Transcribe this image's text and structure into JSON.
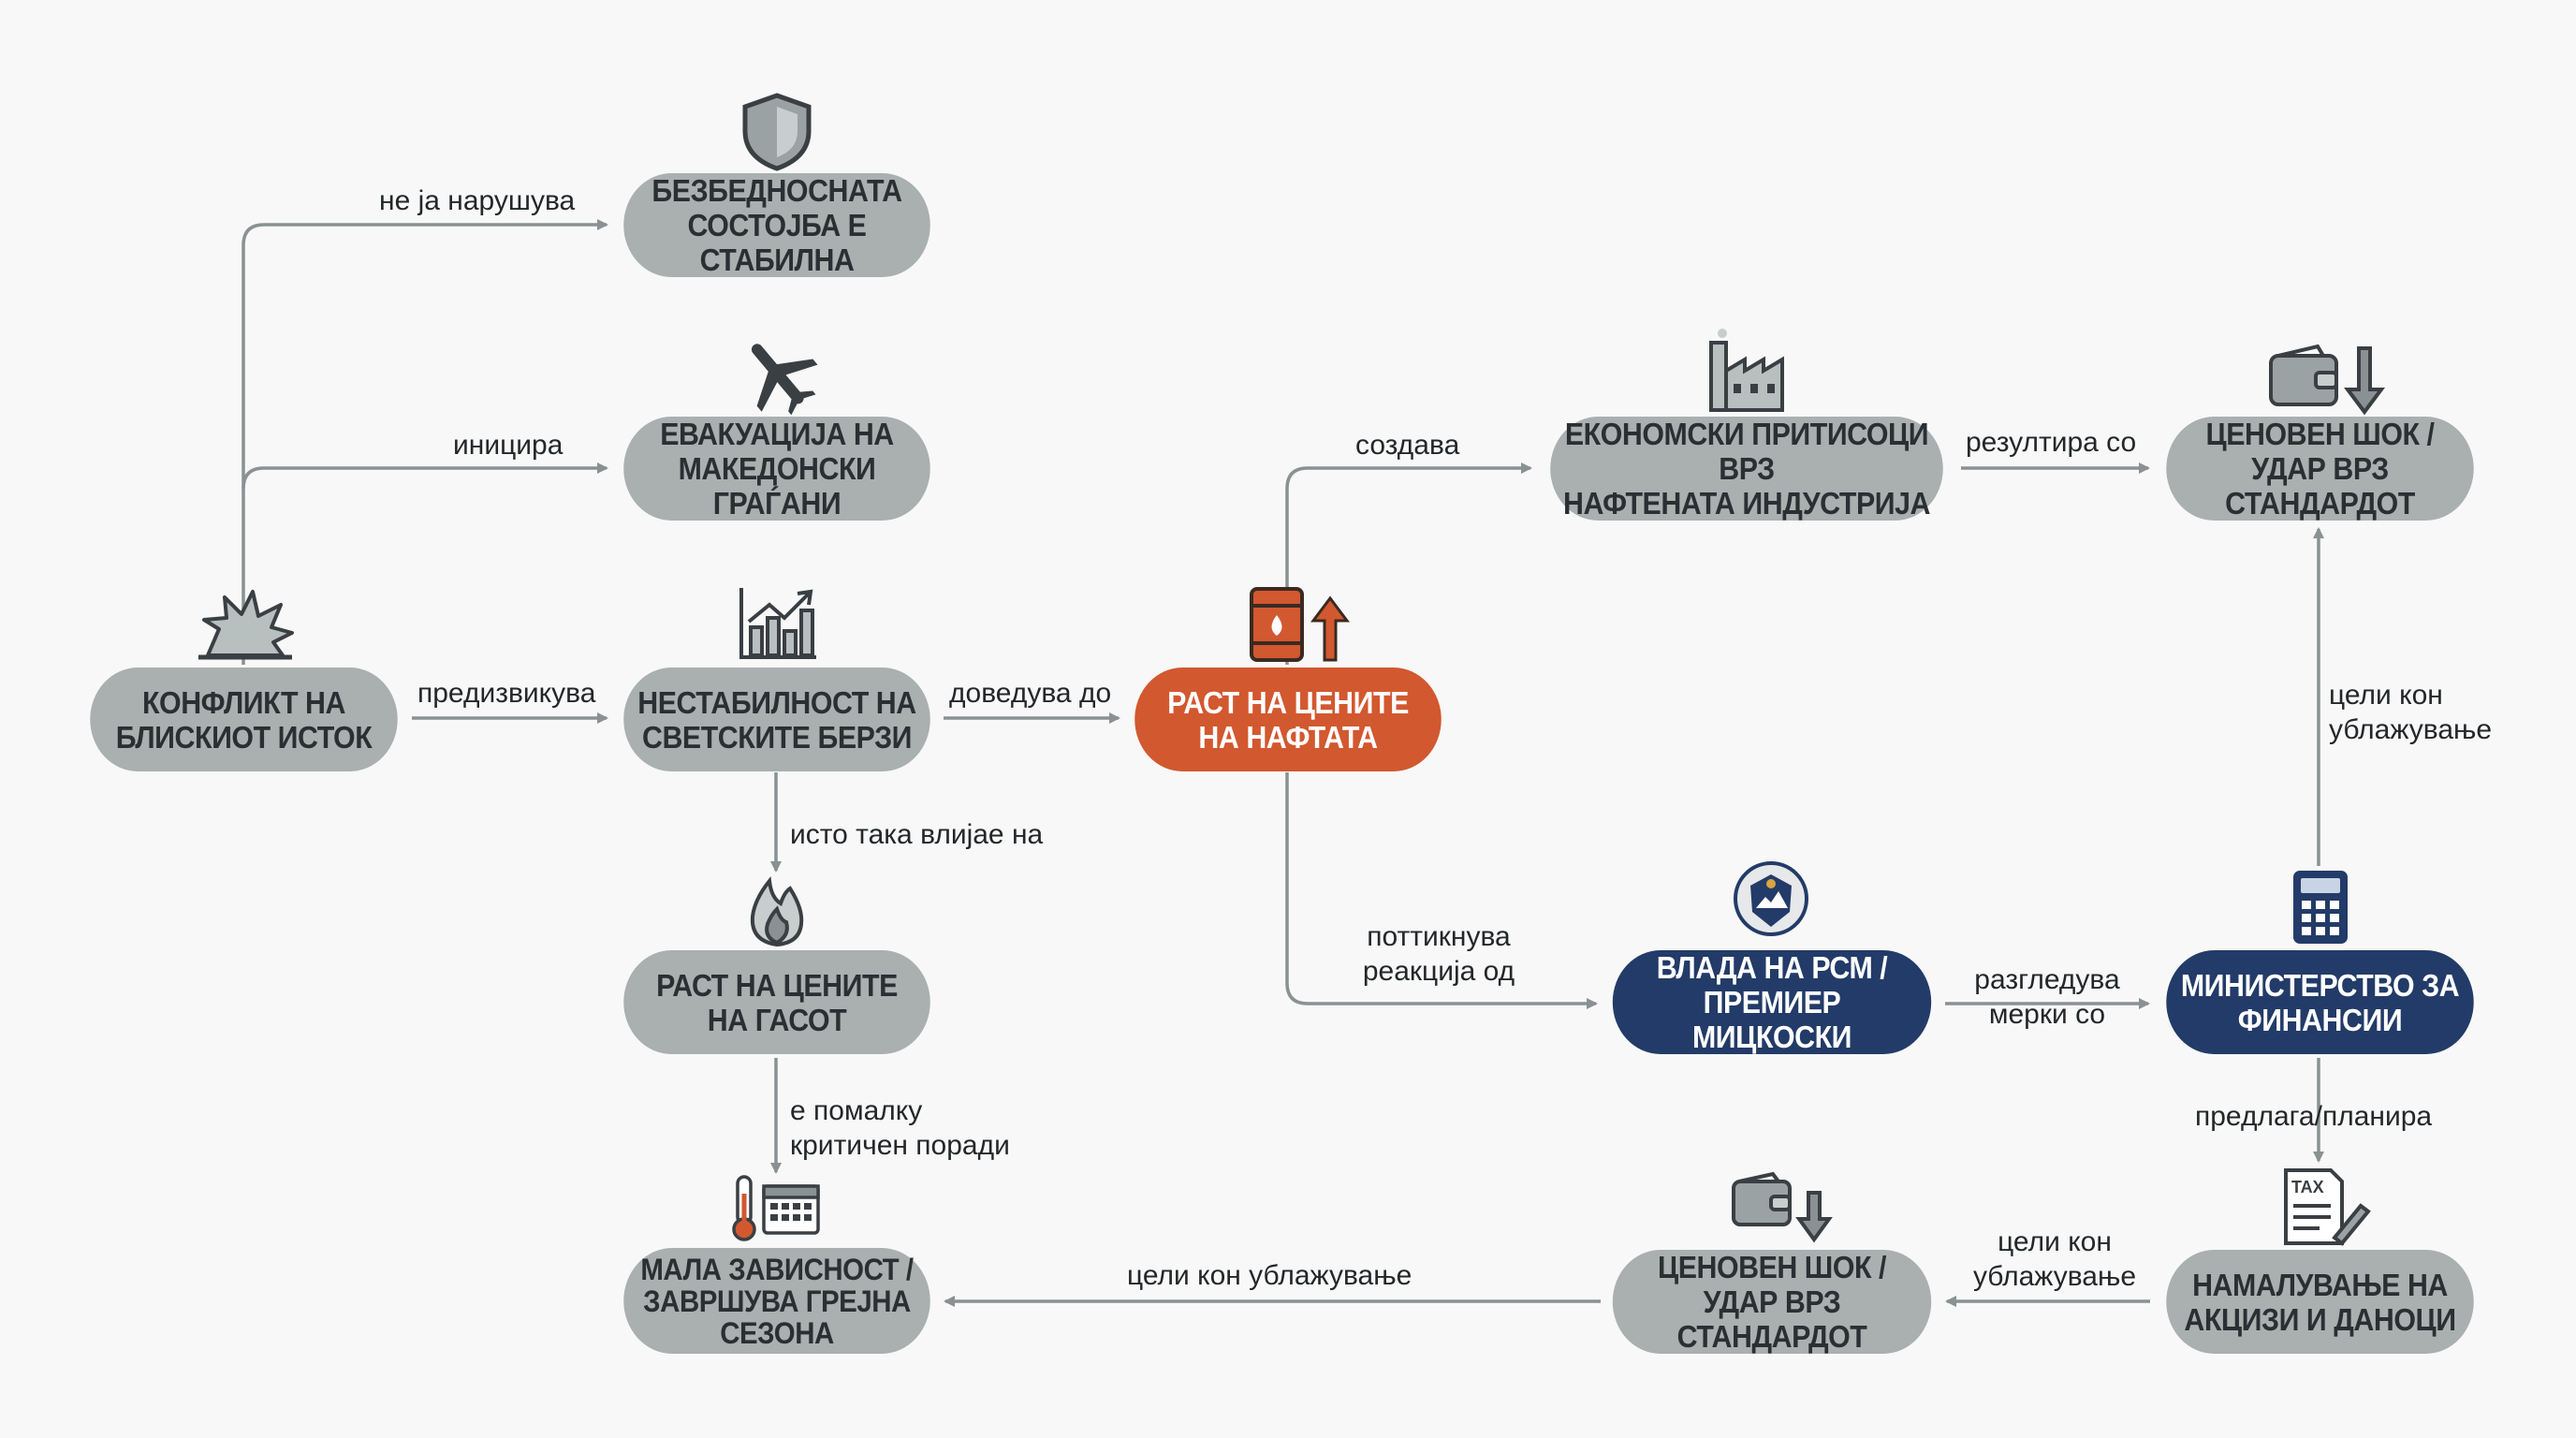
{
  "colors": {
    "node_gray": "#a9b0af",
    "node_orange": "#d2582f",
    "node_navy": "#233b68",
    "arrow": "#8a9192",
    "text_dark": "#2b2f33",
    "icon_orange": "#d2582f",
    "icon_navy": "#233b68"
  },
  "nodes": {
    "conflict": "КОНФЛИКТ НА\nБЛИСКИОТ ИСТОК",
    "security": "БЕЗБЕДНОСНАТА\nСОСТОЈБА Е СТАБИЛНА",
    "evacuation": "ЕВАКУАЦИЈА НА\nМАКЕДОНСКИ ГРАЃАНИ",
    "markets": "НЕСТАБИЛНОСТ НА\nСВЕТСКИТЕ БЕРЗИ",
    "oil": "РАСТ НА ЦЕНИТЕ\nНА НАФТАТА",
    "gas": "РАСТ НА ЦЕНИТЕ\nНА ГАСОТ",
    "heating": "МАЛА ЗАВИСНОСТ /\nЗАВРШУВА ГРЕЈНА\nСЕЗОНА",
    "pressures": "ЕКОНОМСКИ ПРИТИСОЦИ ВРЗ\nНАФТЕНАТА ИНДУСТРИЈА",
    "shock_top": "ЦЕНОВЕН ШОК /\nУДАР ВРЗ СТАНДАРДОТ",
    "government": "ВЛАДА НА РСМ /\nПРЕМИЕР МИЦКОСКИ",
    "ministry": "МИНИСТЕРСТВО ЗА\nФИНАНСИИ",
    "taxes": "НАМАЛУВАЊЕ НА\nАКЦИЗИ И ДАНОЦИ",
    "shock_bottom": "ЦЕНОВЕН ШОК /\nУДАР ВРЗ СТАНДАРДОТ"
  },
  "edges": {
    "not_disrupt": "не ја нарушува",
    "initiates": "иницира",
    "causes": "предизвикува",
    "leads_to": "доведува до",
    "also_affects": "исто така влијае на",
    "less_critical": "е помалку\nкритичен поради",
    "creates": "создава",
    "results_in": "резултира со",
    "prompts": "поттикнува\nреакција од",
    "considers": "разгледува\nмерки со",
    "aims_soften_right": "цели кон\nублажување",
    "proposes": "предлага/планира",
    "aims_soften_bottom": "цели кон\nублажување",
    "aims_soften_left": "цели кон ублажување"
  },
  "icons": [
    "shield-icon",
    "airplane-icon",
    "explosion-icon",
    "chart-rising-icon",
    "oil-barrel-up-icon",
    "flame-icon",
    "thermometer-calendar-icon",
    "factory-icon",
    "wallet-down-icon",
    "coat-of-arms-icon",
    "calculator-icon",
    "tax-document-icon",
    "wallet-down-icon"
  ]
}
